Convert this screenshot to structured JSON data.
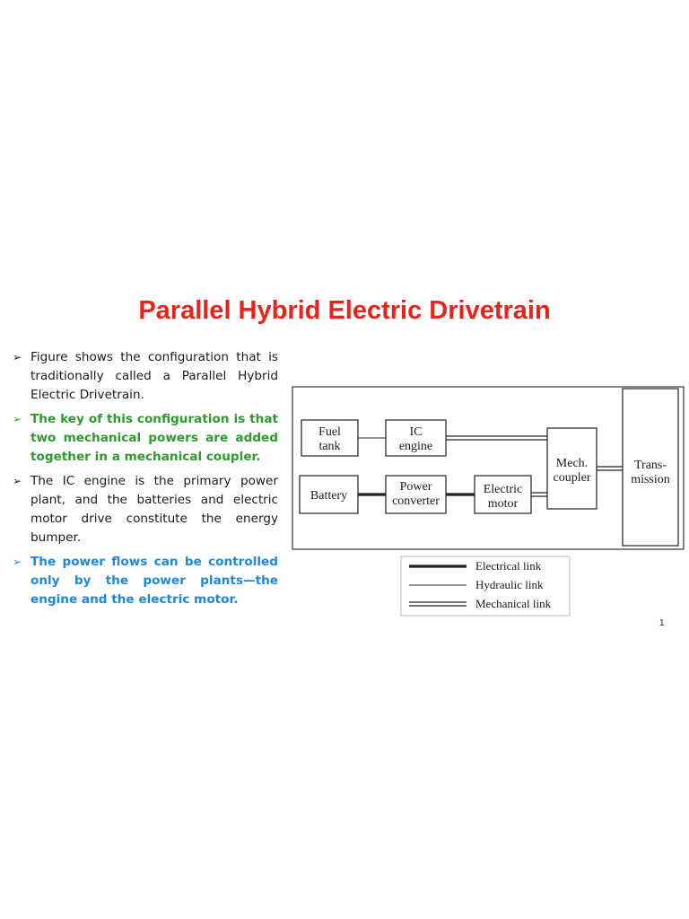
{
  "slide": {
    "title": "Parallel Hybrid Electric Drivetrain",
    "page_number": "1",
    "accent_colors": {
      "title": "#e8231b",
      "green": "#2e9a2e",
      "blue": "#1e88d8"
    }
  },
  "bullets": [
    {
      "text": "Figure shows the configuration that is traditionally called a Parallel Hybrid Electric Drivetrain.",
      "style": "black"
    },
    {
      "text": "The key of this configuration is that two mechanical powers are added together in a mechanical coupler.",
      "style": "green"
    },
    {
      "text": "The IC engine is the primary power plant, and the batteries and electric motor drive constitute the energy bumper.",
      "style": "black"
    },
    {
      "text": "The power flows can be controlled only by the power plants—the engine and the electric motor.",
      "style": "blue"
    }
  ],
  "diagram": {
    "blocks": {
      "fuel_tank": [
        "Fuel",
        "tank"
      ],
      "ic_engine": [
        "IC",
        "engine"
      ],
      "battery": [
        "Battery"
      ],
      "power_converter": [
        "Power",
        "converter"
      ],
      "electric_motor": [
        "Electric",
        "motor"
      ],
      "mech_coupler": [
        "Mech.",
        "coupler"
      ],
      "transmission": [
        "Trans-",
        "mission"
      ]
    },
    "legend": {
      "electrical": "Electrical link",
      "hydraulic": "Hydraulic link",
      "mechanical": "Mechanical link"
    }
  }
}
